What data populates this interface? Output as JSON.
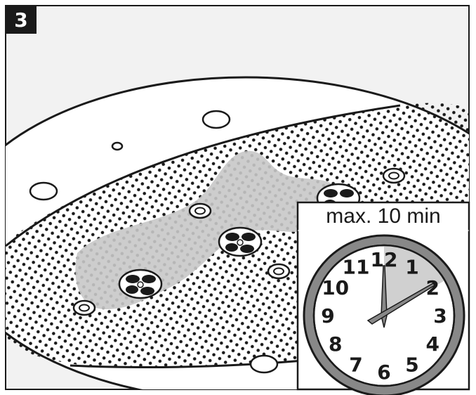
{
  "step": {
    "number": "3"
  },
  "clock": {
    "caption": "max. 10 min",
    "numerals": [
      "12",
      "1",
      "2",
      "3",
      "4",
      "5",
      "6",
      "7",
      "8",
      "9",
      "10",
      "11"
    ]
  }
}
